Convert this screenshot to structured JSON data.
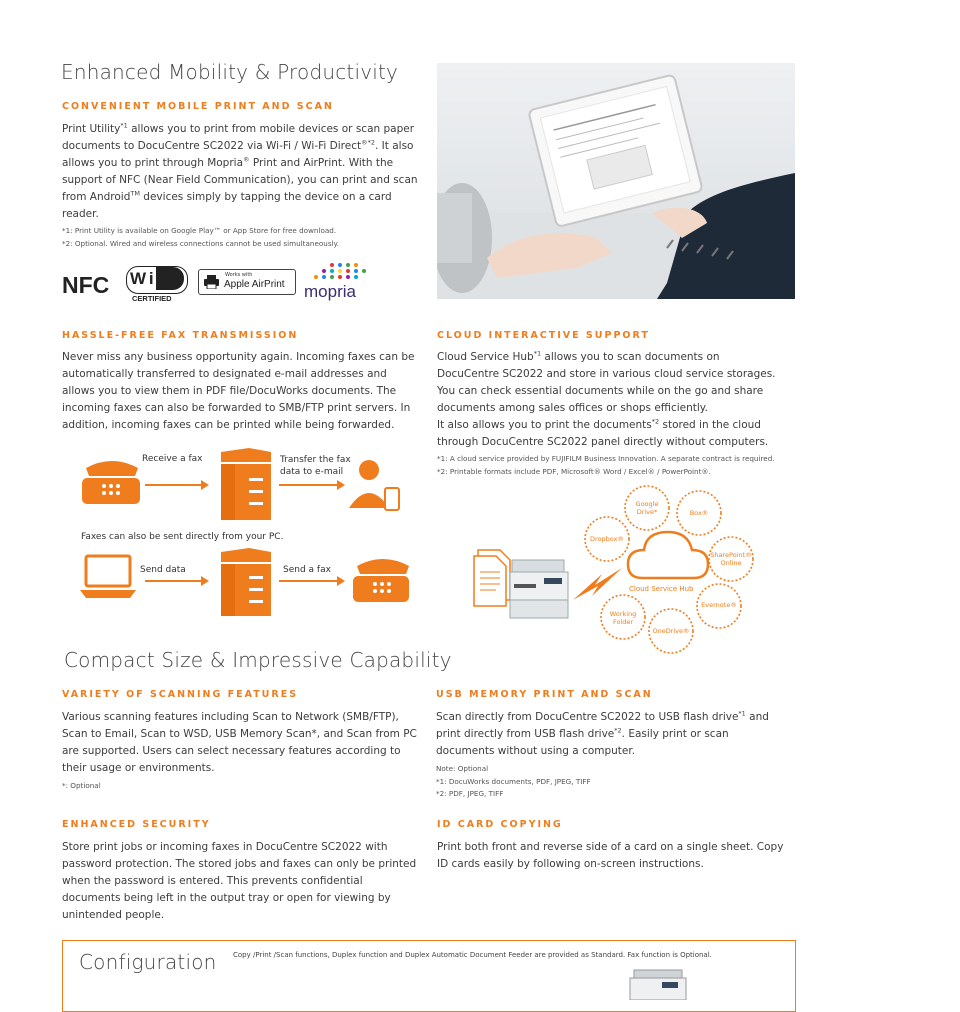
{
  "mobility": {
    "heading": "Enhanced Mobility & Productivity",
    "sub": "CONVENIENT MOBILE PRINT AND SCAN",
    "p1": "Print Utility",
    "p1_sup1": "*1",
    "p2": " allows you to print from mobile devices or scan paper documents to DocuCentre SC2022 via Wi-Fi / Wi-Fi Direct",
    "p2_sup": "®*2",
    "p3": ". It also allows you to print through Mopria",
    "p3_sup": "®",
    "p4": " Print and AirPrint. With the support of NFC (Near Field Communication), you can print and scan from Android",
    "p4_sup": "TM",
    "p5": " devices simply by tapping the device on a card reader.",
    "note1": "*1: Print Utility is available on Google Play™ or App Store for free download.",
    "note2": "*2: Optional. Wired and wireless connections cannot be used simultaneously.",
    "logos": {
      "nfc": "NFC",
      "wifi": "Wi Fi",
      "wifi_cert": "CERTIFIED",
      "airprint_small": "Works with",
      "airprint": "Apple AirPrint",
      "mopria": "mopria"
    }
  },
  "fax": {
    "sub": "HASSLE-FREE FAX TRANSMISSION",
    "body": "Never miss any business opportunity again. Incoming faxes can be automatically transferred to designated e-mail addresses and allows you to view them in PDF file/DocuWorks documents. The incoming faxes can also be forwarded to SMB/FTP print servers. In addition, incoming faxes can be printed while being forwarded.",
    "receive": "Receive a fax",
    "transfer": "Transfer the fax data to e-mail",
    "pc_note": "Faxes can also be sent directly from your PC.",
    "send_data": "Send data",
    "send_fax": "Send a fax"
  },
  "cloud": {
    "sub": "CLOUD INTERACTIVE SUPPORT",
    "b1": "Cloud Service Hub",
    "b1_sup": "*1",
    "b2": " allows you to scan documents on DocuCentre SC2022 and store in various cloud service storages. You can check essential documents while on the go and share documents among sales offices or shops efficiently.",
    "b3": "It also allows you to print the documents",
    "b3_sup": "*2",
    "b4": " stored in the cloud through DocuCentre SC2022 panel directly without computers.",
    "note1": "*1: A cloud service provided by FUJIFILM Business Innovation. A separate contract is required.",
    "note2": "*2: Printable formats include PDF, Microsoft® Word / Excel® / PowerPoint®.",
    "hub": "Cloud Service Hub",
    "services": [
      "Google Drive*",
      "Box®",
      "Dropbox®",
      "SharePoint® Online",
      "Evernote®",
      "OneDrive®",
      "Working Folder"
    ]
  },
  "compact": {
    "heading": "Compact Size & Impressive Capability"
  },
  "scanning": {
    "sub": "VARIETY OF SCANNING FEATURES",
    "body": "Various scanning features including Scan to Network (SMB/FTP), Scan to Email, Scan to WSD, USB Memory Scan*, and Scan from PC are supported. Users can select necessary features according to their usage or environments.",
    "note": "*: Optional"
  },
  "usb": {
    "sub": "USB MEMORY PRINT AND SCAN",
    "b1": "Scan directly from DocuCentre SC2022 to USB flash drive",
    "b1_sup": "*1",
    "b2": " and print directly from USB flash drive",
    "b2_sup": "*2",
    "b3": ". Easily print or scan documents without using a computer.",
    "note0": "Note: Optional",
    "note1": "*1: DocuWorks documents, PDF, JPEG, TIFF",
    "note2": "*2: PDF, JPEG, TIFF"
  },
  "security": {
    "sub": "ENHANCED SECURITY",
    "body": "Store print jobs or incoming faxes in DocuCentre SC2022 with password protection. The stored jobs and faxes can only be printed when the password is entered. This prevents confidential documents being left in the output tray or open for viewing by unintended people."
  },
  "idcard": {
    "sub": "ID CARD COPYING",
    "body": "Print both front and reverse side of a card on a single sheet. Copy ID cards easily by following on-screen instructions."
  },
  "config": {
    "heading": "Configuration",
    "note": "Copy /Print /Scan functions, Duplex function and Duplex Automatic Document Feeder are provided as Standard. Fax function is Optional."
  },
  "colors": {
    "accent": "#f07d1d",
    "text": "#3c3c3c"
  }
}
